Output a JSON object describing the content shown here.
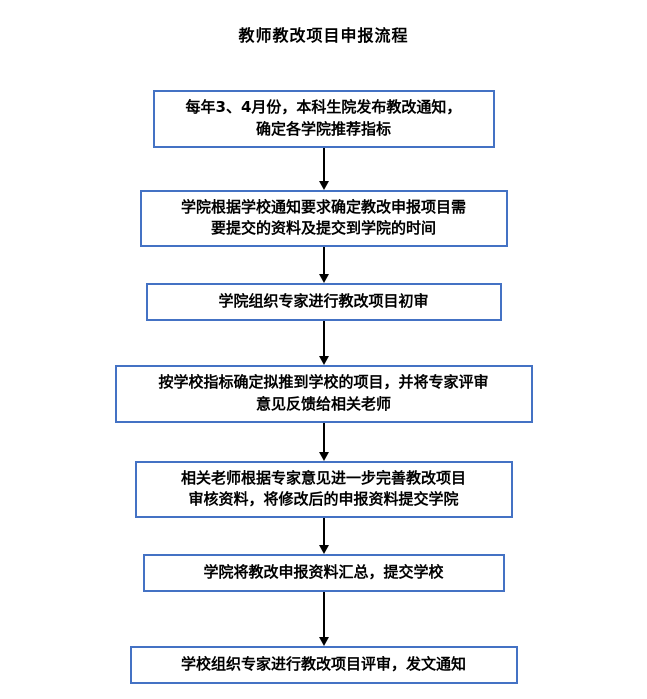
{
  "title": "教师教改项目申报流程",
  "colors": {
    "box_border": "#4472C4",
    "arrow": "#000000",
    "text": "#000000",
    "background": "#ffffff"
  },
  "diagram_type": "flowchart",
  "steps": [
    {
      "text": "每年3、4月份，本科生院发布教改通知，\n确定各学院推荐指标"
    },
    {
      "text": "学院根据学校通知要求确定教改申报项目需\n要提交的资料及提交到学院的时间"
    },
    {
      "text": "学院组织专家进行教改项目初审"
    },
    {
      "text": "按学校指标确定拟推到学校的项目，并将专家评审\n意见反馈给相关老师"
    },
    {
      "text": "相关老师根据专家意见进一步完善教改项目\n审核资料，将修改后的申报资料提交学院"
    },
    {
      "text": "学院将教改申报资料汇总，提交学校"
    },
    {
      "text": "学校组织专家进行教改项目评审，发文通知"
    }
  ]
}
